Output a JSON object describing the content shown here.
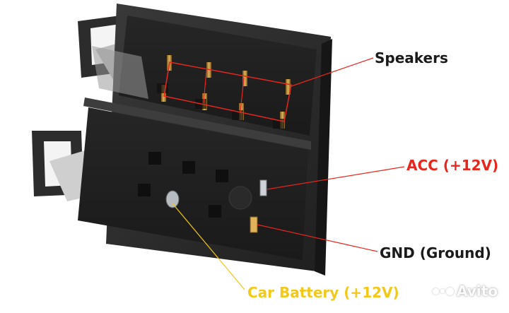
{
  "labels": {
    "speakers": "Speakers",
    "acc": "ACC (+12V)",
    "gnd": "GND (Ground)",
    "battery": "Car Battery (+12V)"
  },
  "watermark": "Avito",
  "colors": {
    "speakers": "#1a1a1a",
    "acc": "#e8261d",
    "gnd": "#1a1a1a",
    "battery": "#f2c81a",
    "leader_red": "#e8261d",
    "leader_yellow": "#f2c81a",
    "housing": "#2b2b2b"
  }
}
